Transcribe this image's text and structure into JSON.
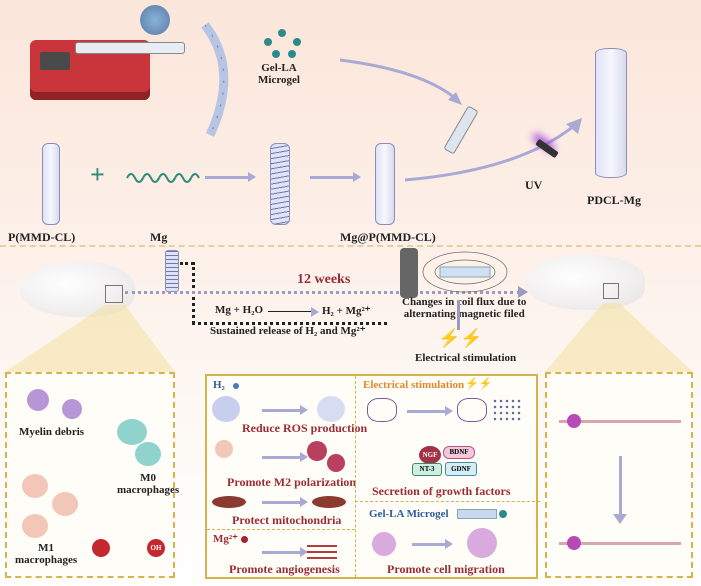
{
  "top": {
    "microgel_label": "Gel-LA\nMicrogel",
    "microgel_line1": "Gel-LA",
    "microgel_line2": "Microgel",
    "plus": "+",
    "pmmd_label": "P(MMD-CL)",
    "mg_label": "Mg",
    "mg_pmmd_label": "Mg@P(MMD-CL)",
    "uv_label": "UV",
    "pdcl_label": "PDCL-Mg"
  },
  "middle": {
    "weeks_label": "12 weeks",
    "reaction_left": "Mg + H₂O",
    "reaction_right": "H₂ + Mg²⁺",
    "sustained_release": "Sustained release of H₂ and Mg²⁺",
    "coil_flux_line1": "Changes in coil flux due to",
    "coil_flux_line2": "alternating magnetic filed",
    "electrical_stimulation": "Electrical stimulation"
  },
  "left_box": {
    "myelin_debris": "Myelin debris",
    "m0_line1": "M0",
    "m0_line2": "macrophages",
    "m1_line1": "M1",
    "m1_line2": "macrophages",
    "oh_label": "OH"
  },
  "center_box": {
    "h2_label": "H₂",
    "reduce_ros": "Reduce ROS production",
    "promote_m2": "Promote M2 polarization",
    "protect_mito": "Protect mitochondria",
    "mg2_label": "Mg²⁺",
    "promote_angio": "Promote angiogenesis",
    "es_title": "Electrical stimulation",
    "ngf": "NGF",
    "bdnf": "BDNF",
    "nt3": "NT-3",
    "gdnf": "GDNF",
    "secretion": "Secretion of growth factors",
    "gel_la_microgel": "Gel-LA Microgel",
    "promote_migration": "Promote cell migration"
  },
  "colors": {
    "accent_red": "#9c2b35",
    "accent_orange": "#e0892a",
    "accent_blue": "#2d5c9c",
    "box_gold": "#d8b24a",
    "arrow": "#a9a9d6"
  }
}
